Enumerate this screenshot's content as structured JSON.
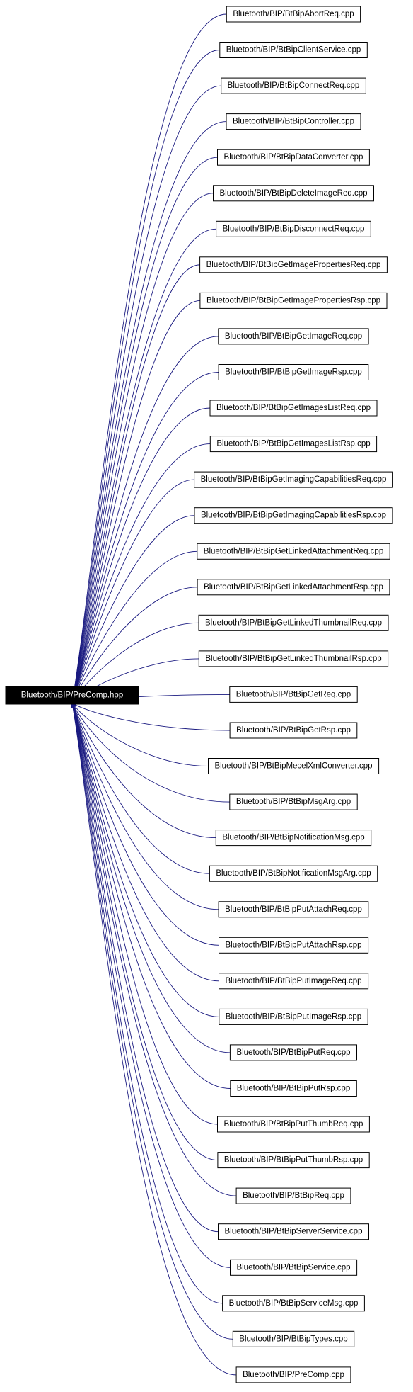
{
  "colors": {
    "edge": "#1a1a80",
    "node_border": "#000000",
    "node_fill": "#ffffff",
    "node_text": "#000000",
    "center_fill": "#000000",
    "center_text": "#ffffff"
  },
  "center": {
    "label": "Bluetooth/BIP/PreComp.hpp"
  },
  "files": [
    "Bluetooth/BIP/BtBipAbortReq.cpp",
    "Bluetooth/BIP/BtBipClientService.cpp",
    "Bluetooth/BIP/BtBipConnectReq.cpp",
    "Bluetooth/BIP/BtBipController.cpp",
    "Bluetooth/BIP/BtBipDataConverter.cpp",
    "Bluetooth/BIP/BtBipDeleteImageReq.cpp",
    "Bluetooth/BIP/BtBipDisconnectReq.cpp",
    "Bluetooth/BIP/BtBipGetImagePropertiesReq.cpp",
    "Bluetooth/BIP/BtBipGetImagePropertiesRsp.cpp",
    "Bluetooth/BIP/BtBipGetImageReq.cpp",
    "Bluetooth/BIP/BtBipGetImageRsp.cpp",
    "Bluetooth/BIP/BtBipGetImagesListReq.cpp",
    "Bluetooth/BIP/BtBipGetImagesListRsp.cpp",
    "Bluetooth/BIP/BtBipGetImagingCapabilitiesReq.cpp",
    "Bluetooth/BIP/BtBipGetImagingCapabilitiesRsp.cpp",
    "Bluetooth/BIP/BtBipGetLinkedAttachmentReq.cpp",
    "Bluetooth/BIP/BtBipGetLinkedAttachmentRsp.cpp",
    "Bluetooth/BIP/BtBipGetLinkedThumbnailReq.cpp",
    "Bluetooth/BIP/BtBipGetLinkedThumbnailRsp.cpp",
    "Bluetooth/BIP/BtBipGetReq.cpp",
    "Bluetooth/BIP/BtBipGetRsp.cpp",
    "Bluetooth/BIP/BtBipMecelXmlConverter.cpp",
    "Bluetooth/BIP/BtBipMsgArg.cpp",
    "Bluetooth/BIP/BtBipNotificationMsg.cpp",
    "Bluetooth/BIP/BtBipNotificationMsgArg.cpp",
    "Bluetooth/BIP/BtBipPutAttachReq.cpp",
    "Bluetooth/BIP/BtBipPutAttachRsp.cpp",
    "Bluetooth/BIP/BtBipPutImageReq.cpp",
    "Bluetooth/BIP/BtBipPutImageRsp.cpp",
    "Bluetooth/BIP/BtBipPutReq.cpp",
    "Bluetooth/BIP/BtBipPutRsp.cpp",
    "Bluetooth/BIP/BtBipPutThumbReq.cpp",
    "Bluetooth/BIP/BtBipPutThumbRsp.cpp",
    "Bluetooth/BIP/BtBipReq.cpp",
    "Bluetooth/BIP/BtBipServerService.cpp",
    "Bluetooth/BIP/BtBipService.cpp",
    "Bluetooth/BIP/BtBipServiceMsg.cpp",
    "Bluetooth/BIP/BtBipTypes.cpp",
    "Bluetooth/BIP/PreComp.cpp"
  ]
}
